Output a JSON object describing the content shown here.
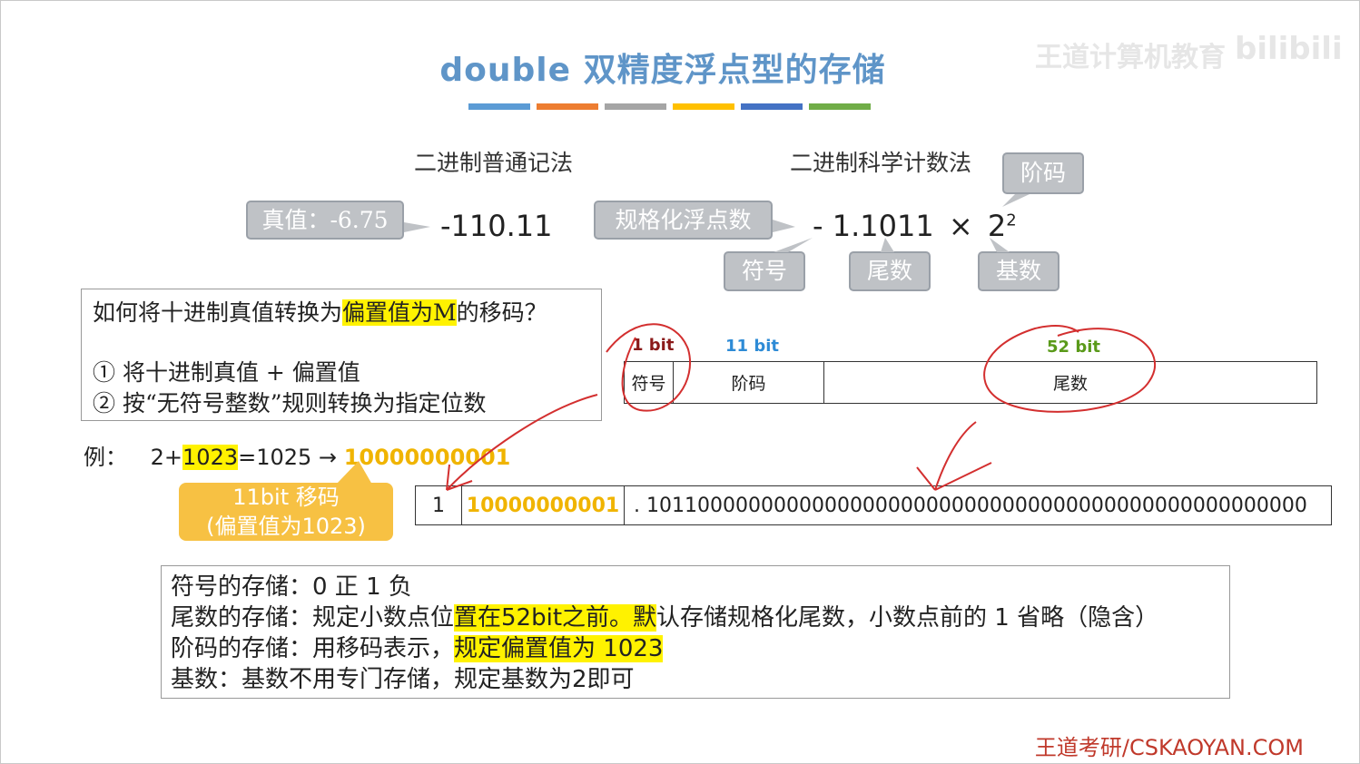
{
  "title": "double 双精度浮点型的存储",
  "watermark": "王道计算机教育",
  "watermark_logo": "bilibili",
  "title_bar_colors": [
    "#5b9bd5",
    "#ed7d31",
    "#a5a5a5",
    "#ffc000",
    "#4472c4",
    "#70ad47"
  ],
  "headings": {
    "normal": "二进制普通记法",
    "scientific": "二进制科学计数法"
  },
  "labels": {
    "true_value": "真值：-6.75",
    "normalized": "规格化浮点数",
    "exponent": "阶码",
    "sign": "符号",
    "mantissa": "尾数",
    "base": "基数"
  },
  "values": {
    "binary": "-110.11",
    "sci_sign": "-",
    "sci_mantissa": "1.1011",
    "times": "×",
    "sci_base": "2",
    "sci_exp": "2"
  },
  "question": {
    "line1_pre": "如何将十进制真值转换为",
    "line1_hl": "偏置值为M",
    "line1_post": "的移码？",
    "step1": "① 将十进制真值 + 偏置值",
    "step2": "② 按“无符号整数”规则转换为指定位数"
  },
  "example": {
    "prefix": "例：",
    "expr_a": "2+",
    "expr_hl": "1023",
    "expr_b": "=1025 →",
    "result": "10000000001"
  },
  "callout": {
    "line1": "11bit 移码",
    "line2": "(偏置值为1023)"
  },
  "layout_table": {
    "bits": [
      "1 bit",
      "11 bit",
      "52 bit"
    ],
    "bit_colors": [
      "#8b1a1a",
      "#2e8bd6",
      "#5a9a1a"
    ],
    "fields": [
      "符号",
      "阶码",
      "尾数"
    ]
  },
  "encoding": {
    "sign_bit": "1",
    "exponent_bits": "10000000001",
    "mantissa_bits": ". 1011000000000000000000000000000000000000000000000000"
  },
  "info": {
    "line1": "符号的存储：0 正 1 负",
    "line2_pre": "尾数的存储：规定小数点位",
    "line2_hl": "置在52bit之前。默",
    "line2_post": "认存储规格化尾数，小数点前的 1 省略（隐含）",
    "line3_pre": "阶码的存储：用移码表示，",
    "line3_hl": "规定偏置值为 1023",
    "line4": "基数：基数不用专门存储，规定基数为2即可"
  },
  "footer": "王道考研/CSKAOYAN.COM"
}
